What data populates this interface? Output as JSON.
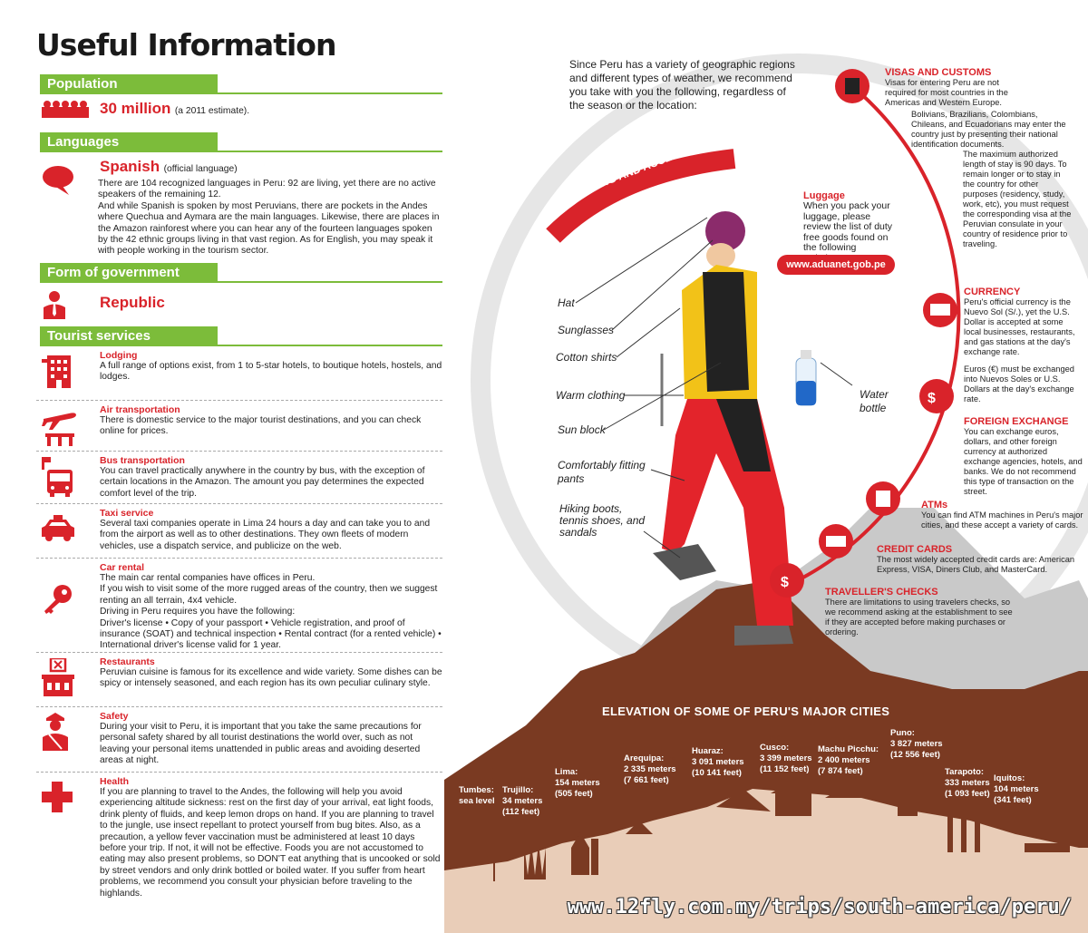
{
  "title": "Useful Information",
  "population": {
    "heading": "Population",
    "value": "30 million",
    "note": "(a 2011 estimate)."
  },
  "languages": {
    "heading": "Languages",
    "name": "Spanish",
    "note": "(official language)",
    "text": "There are 104 recognized languages in Peru: 92 are living, yet there are no active speakers of the remaining 12.\nAnd while Spanish is spoken by most Peruvians, there are pockets in the Andes where Quechua and Aymara are the main languages. Likewise, there are places in the Amazon rainforest where you can hear any of the fourteen languages spoken by the 42 ethnic groups living in that vast region. As for English, you may speak it with people working in the tourism sector."
  },
  "government": {
    "heading": "Form of government",
    "value": "Republic"
  },
  "tourist_services": {
    "heading": "Tourist services",
    "items": [
      {
        "icon": "hotel-icon",
        "title": "Lodging",
        "text": "A full range of options exist, from 1 to 5-star hotels, to boutique hotels, hostels, and lodges."
      },
      {
        "icon": "airplane-icon",
        "title": "Air transportation",
        "text": "There is domestic service to the major tourist destinations, and you can check online for prices."
      },
      {
        "icon": "bus-icon",
        "title": "Bus transportation",
        "text": "You can travel practically anywhere in the country by bus, with the exception of certain locations in the Amazon. The amount you pay determines the expected comfort level of the trip."
      },
      {
        "icon": "taxi-icon",
        "title": "Taxi service",
        "text": "Several taxi companies operate in Lima 24 hours a day and can take you to and from the airport as well as to other destinations. They own fleets of modern vehicles, use a dispatch service, and publicize on the web."
      },
      {
        "icon": "car-key-icon",
        "title": "Car rental",
        "text": "The main car rental companies have offices in Peru.\nIf you wish to visit some of the more rugged areas of the country, then we suggest renting an all terrain, 4x4 vehicle.\nDriving in Peru requires you have the following:\nDriver's license • Copy of your passport • Vehicle registration, and proof of insurance (SOAT) and technical inspection • Rental contract (for a rented vehicle) • International driver's license valid for 1 year."
      },
      {
        "icon": "restaurant-icon",
        "title": "Restaurants",
        "text": "Peruvian cuisine is famous for its excellence and wide variety. Some dishes can be spicy or intensely seasoned, and each region has its own peculiar culinary style."
      },
      {
        "icon": "police-icon",
        "title": "Safety",
        "text": "During your visit to Peru, it is important that you take the same precautions for personal safety shared by all tourist destinations the world over, such as not leaving your personal items unattended in public areas and avoiding deserted areas at night."
      },
      {
        "icon": "health-cross-icon",
        "title": "Health",
        "text": "If you are planning to travel to the Andes, the following will help you avoid experiencing altitude sickness: rest on the first day of your arrival, eat light foods, drink plenty of fluids, and keep lemon drops on hand. If you are planning to travel to the jungle, use insect repellant to protect yourself from bug bites. Also, as a precaution, a yellow fever vaccination must be administered at least 10 days before your trip. If not, it will not be effective. Foods you are not accustomed to eating may also present problems, so DON'T eat anything that is uncooked or sold by street vendors and only drink bottled or boiled water. If you suffer from heart problems, we recommend you consult your physician before traveling to the highlands."
      }
    ]
  },
  "intro": "Since Peru has a variety of geographic regions and different types of weather, we recommend you take with you the following, regardless of the season or the location:",
  "clothing_banner": "CLOTHING AND ACCESSORIES",
  "luggage": {
    "title": "Luggage",
    "text": "When you pack your luggage, please review the list of duty free goods found on the following websites:",
    "url": "www.aduanet.gob.pe"
  },
  "hiker_labels": [
    "Hat",
    "Sunglasses",
    "Cotton shirts",
    "Warm clothing",
    "Sun block",
    "Comfortably fitting pants",
    "Hiking boots, tennis shoes, and sandals"
  ],
  "water_label": "Water bottle",
  "right_info": {
    "visas": {
      "title": "VISAS AND CUSTOMS",
      "p1": "Visas for entering Peru are not required for most countries in the Americas and Western Europe.",
      "p2": "Bolivians, Brazilians, Colombians, Chileans, and Ecuadorians may enter the country just by presenting their national identification documents.",
      "p3": "The maximum authorized length of stay is 90 days. To remain longer or to stay in the country for other purposes (residency, study, work, etc), you must request the corresponding visa at the Peruvian consulate in your country of residence prior to traveling."
    },
    "currency": {
      "title": "CURRENCY",
      "p1": "Peru's official currency is the Nuevo Sol (S/.), yet the U.S. Dollar is accepted at some local businesses, restaurants, and gas stations at the day's exchange rate.",
      "p2": "Euros (€) must be exchanged into Nuevos Soles or U.S. Dollars at the day's exchange rate."
    },
    "foreign_exchange": {
      "title": "FOREIGN EXCHANGE",
      "p1": "You can exchange euros, dollars, and other foreign currency at authorized exchange agencies, hotels, and banks. We do not recommend this type of transaction on the street."
    },
    "atms": {
      "title": "ATMs",
      "p1": "You can find ATM machines in Peru's major cities, and these accept a variety of cards."
    },
    "credit_cards": {
      "title": "CREDIT CARDS",
      "p1": "The most widely accepted credit cards are: American Express, VISA, Diners Club, and MasterCard."
    },
    "travellers_checks": {
      "title": "TRAVELLER'S CHECKS",
      "p1": "There are limitations to using travelers checks, so we recommend asking at the establishment to see if they are accepted before making purchases or ordering."
    }
  },
  "elevation": {
    "title": "ELEVATION OF SOME OF PERU'S MAJOR CITIES",
    "cities": [
      {
        "name": "Tumbes:",
        "m": "sea level",
        "ft": ""
      },
      {
        "name": "Trujillo:",
        "m": "34 meters",
        "ft": "(112 feet)"
      },
      {
        "name": "Lima:",
        "m": "154 meters",
        "ft": "(505 feet)"
      },
      {
        "name": "Arequipa:",
        "m": "2 335 meters",
        "ft": "(7 661 feet)"
      },
      {
        "name": "Huaraz:",
        "m": "3 091 meters",
        "ft": "(10 141 feet)"
      },
      {
        "name": "Cusco:",
        "m": "3 399 meters",
        "ft": "(11 152 feet)"
      },
      {
        "name": "Machu Picchu:",
        "m": "2 400 meters",
        "ft": "(7 874 feet)"
      },
      {
        "name": "Puno:",
        "m": "3 827 meters",
        "ft": "(12 556 feet)"
      },
      {
        "name": "Tarapoto:",
        "m": "333 meters",
        "ft": "(1 093 feet)"
      },
      {
        "name": "Iquitos:",
        "m": "104 meters",
        "ft": "(341 feet)"
      }
    ]
  },
  "footer_url": "www.12fly.com.my/trips/south-america/peru/",
  "colors": {
    "red": "#d9232a",
    "green": "#7cbc3a",
    "brown": "#7a3a22",
    "sand": "#e9cdb8"
  }
}
